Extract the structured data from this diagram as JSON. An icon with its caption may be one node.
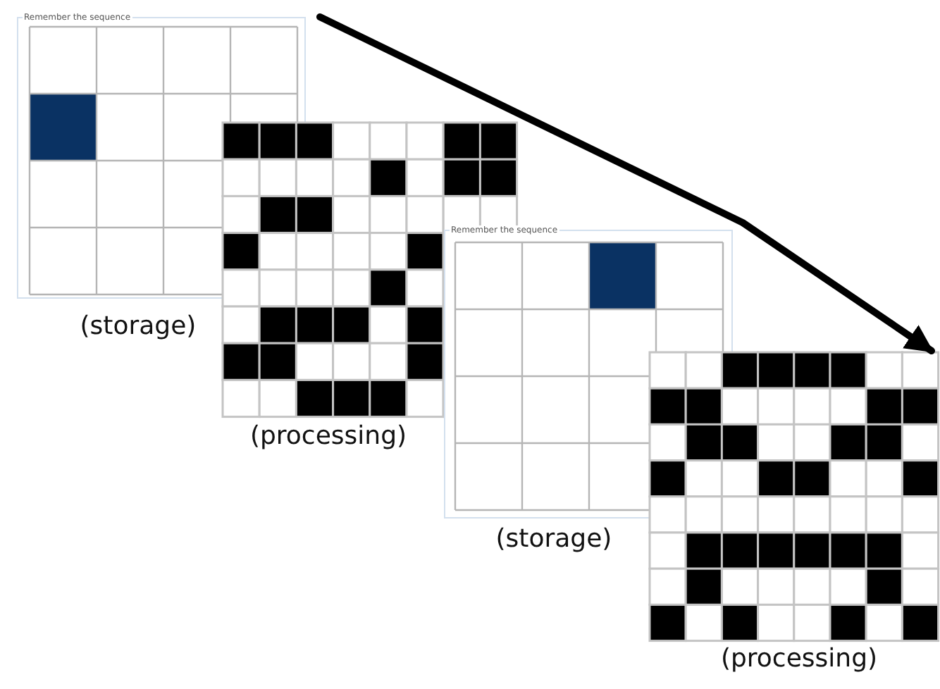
{
  "diagram": {
    "nodes": [
      {
        "text": [
          "Remember the sequence"
        ],
        "beside": [
          "(storage)"
        ]
      },
      {
        "text": [],
        "shape": "box",
        "beside": [
          "(processing)"
        ]
      },
      {
        "text": [
          "Remember the sequence"
        ],
        "beside": [
          "(storage)"
        ]
      },
      {
        "text": [],
        "shape": "box",
        "beside": [
          "(processing)"
        ]
      }
    ],
    "edges": [
      {
        "from": 0,
        "to": 3,
        "arrow": "to"
      }
    ]
  }
}
